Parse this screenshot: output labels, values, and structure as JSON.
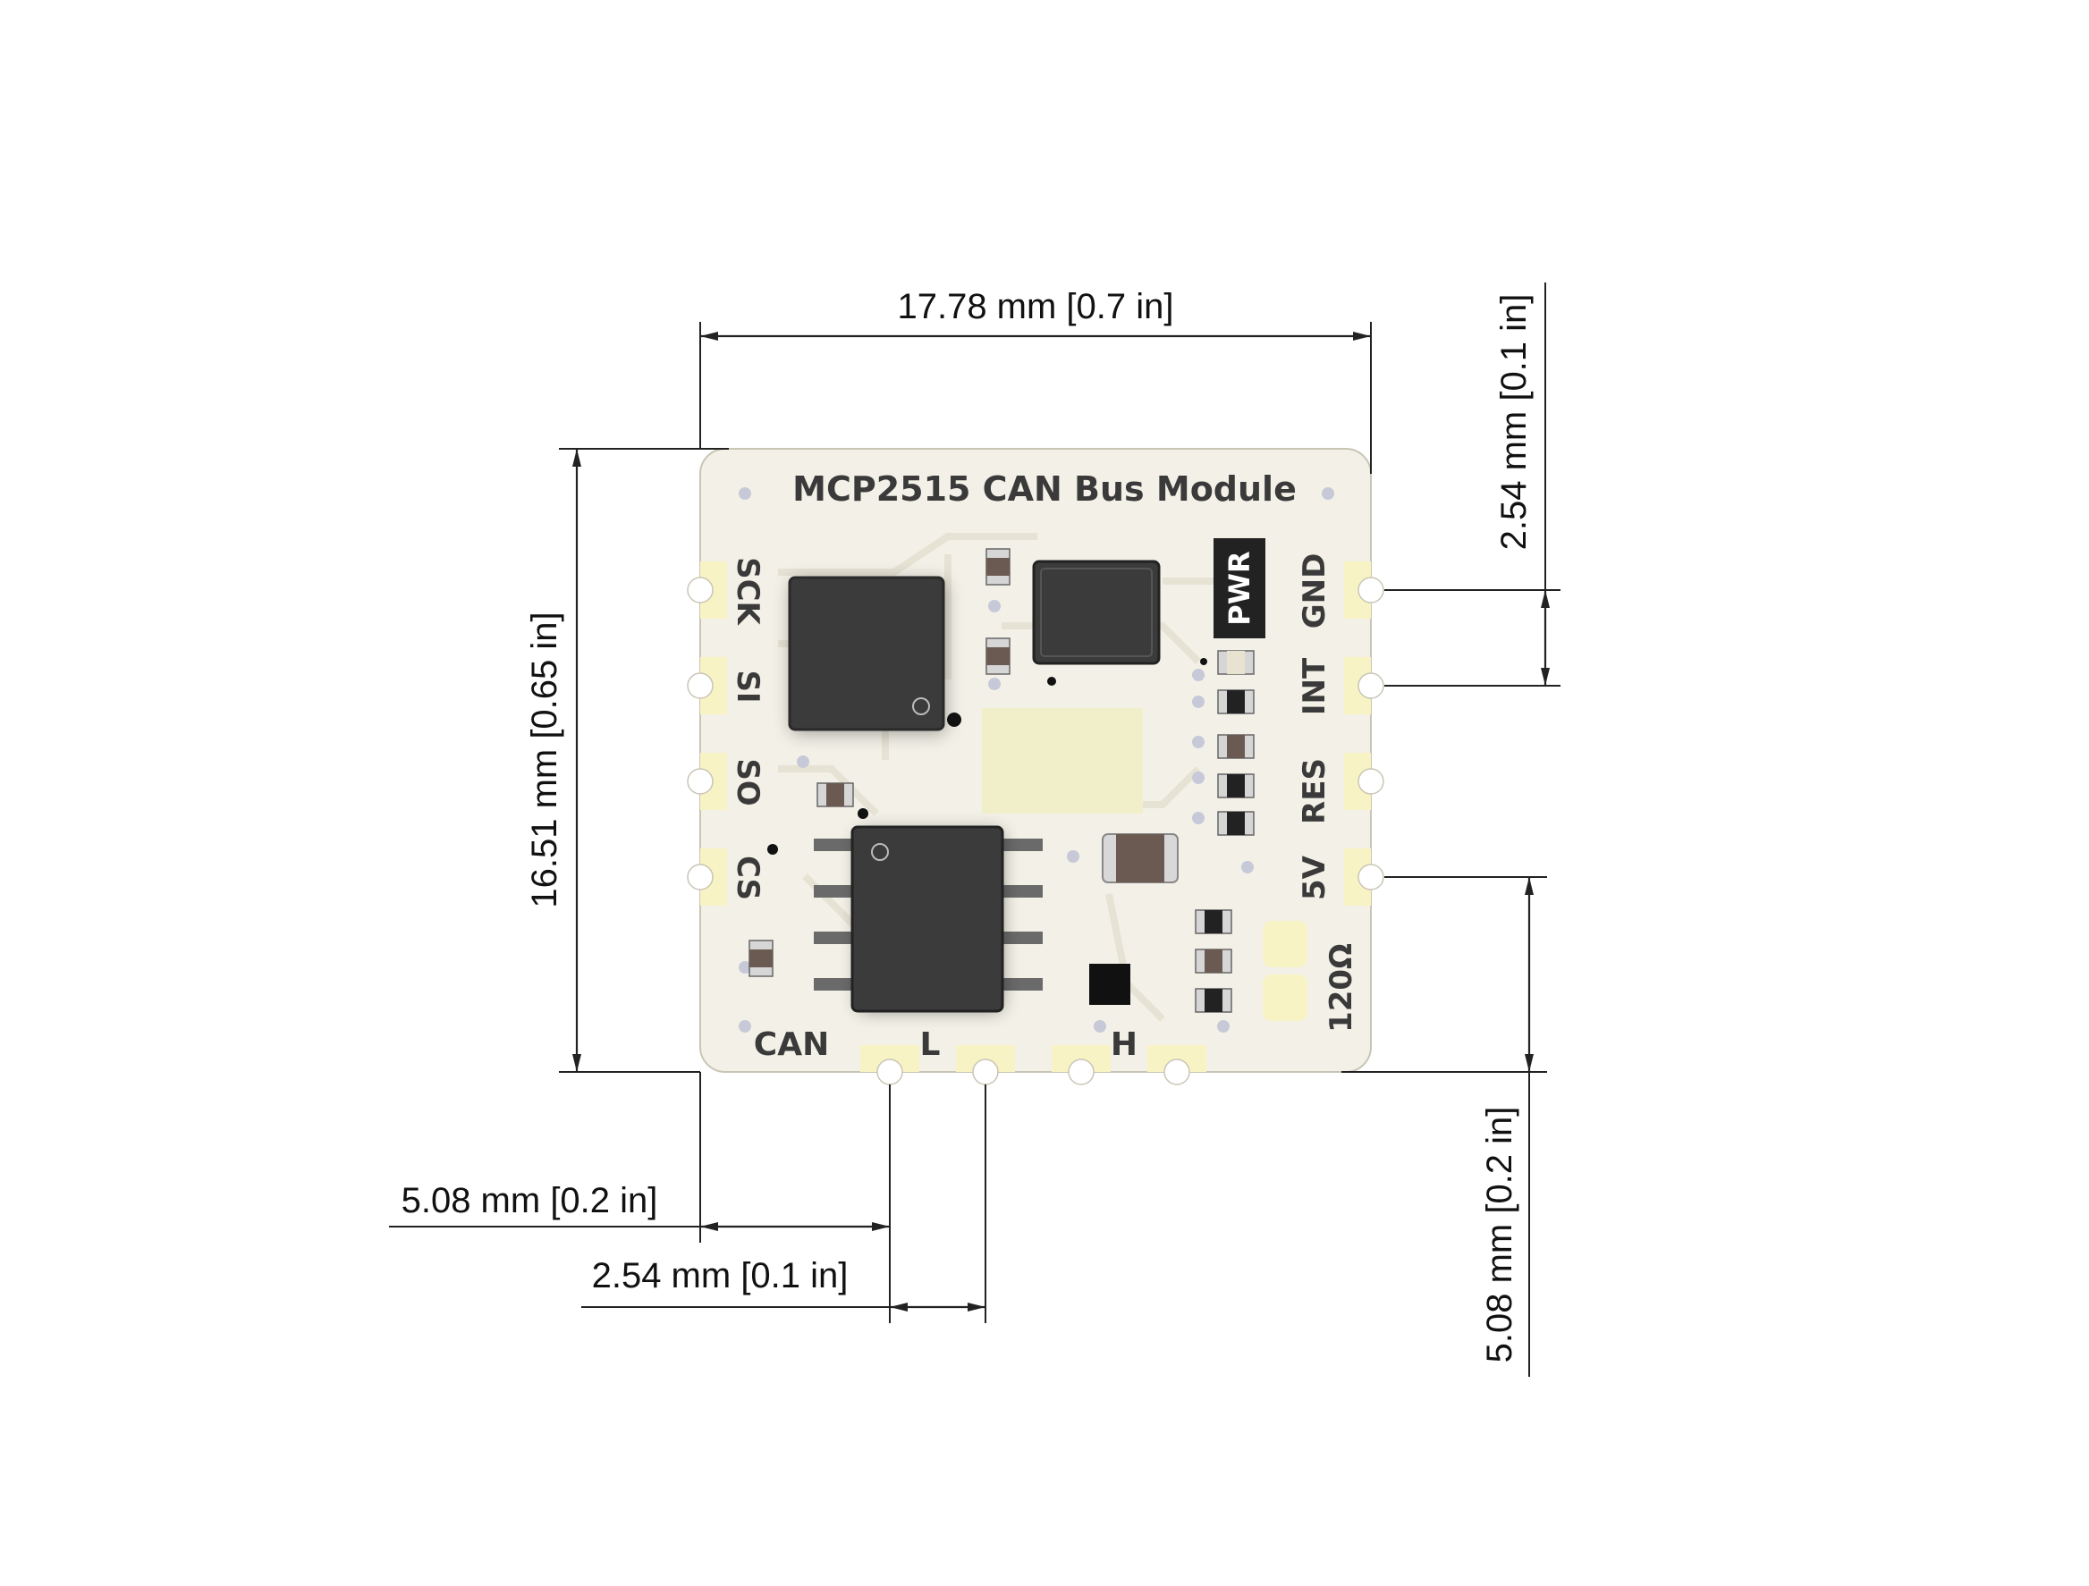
{
  "dimensions": {
    "width_top": "17.78 mm [0.7 in]",
    "height_left": "16.51 mm [0.65 in]",
    "pitch_right_top": "2.54 mm [0.1 in]",
    "offset_right_bottom": "5.08 mm [0.2 in]",
    "offset_bottom_left": "5.08 mm [0.2 in]",
    "pitch_bottom": "2.54 mm [0.1 in]"
  },
  "board": {
    "title": "MCP2515 CAN Bus Module",
    "left_pins": [
      "SCK",
      "SI",
      "SO",
      "CS"
    ],
    "right_pins": [
      "GND",
      "INT",
      "RES",
      "5V"
    ],
    "pwr_label": "PWR",
    "bottom_labels": [
      "CAN",
      "L",
      "H"
    ],
    "resistor_label": "120Ω"
  },
  "colors": {
    "board": "#f3f1e7",
    "pad": "#f7f3c4",
    "chip": "#3b3b3b",
    "trace": "#e9e6da"
  }
}
